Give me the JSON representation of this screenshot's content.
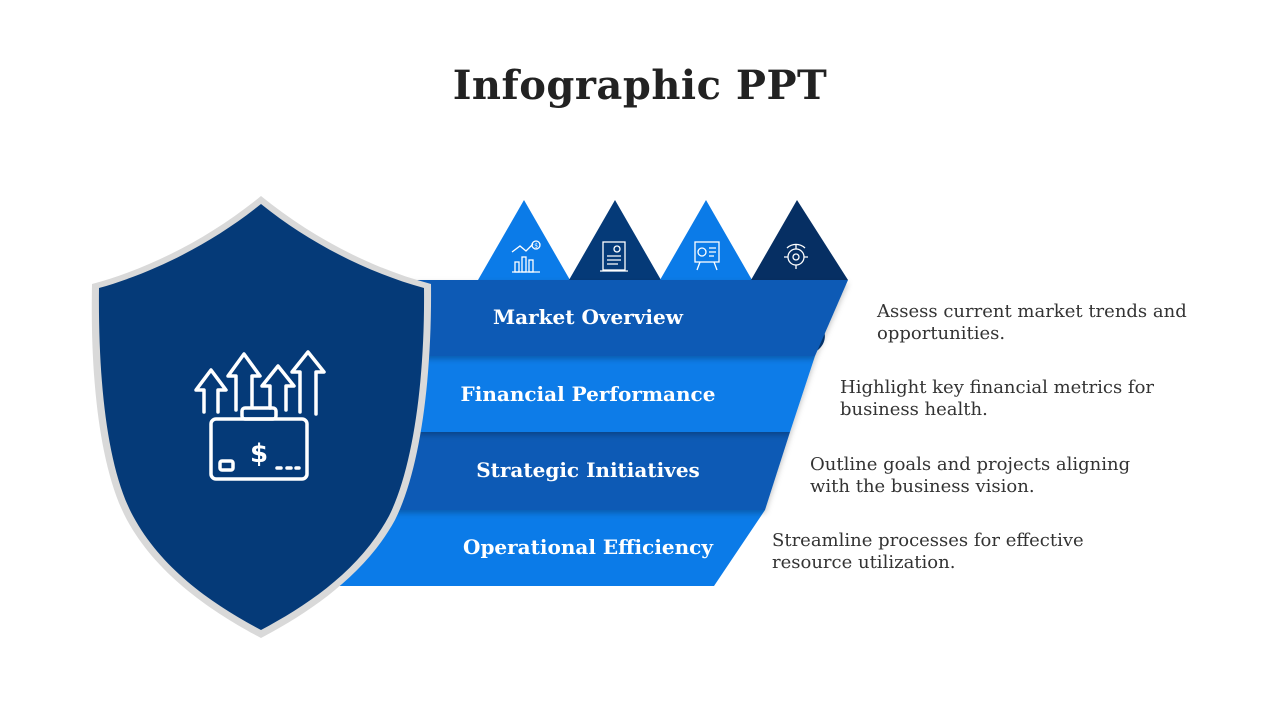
{
  "title": "Infographic PPT",
  "colors": {
    "dark_blue": "#053a78",
    "mid_blue": "#0a5ab5",
    "bright_blue": "#0b7be8",
    "navy": "#062f63",
    "shield_border": "#d9d9d9"
  },
  "shield": {
    "icon": "briefcase-growth-arrows-icon"
  },
  "top_icons": [
    {
      "icon": "growth-chart-dollar-icon"
    },
    {
      "icon": "report-document-icon"
    },
    {
      "icon": "analytics-screen-icon"
    },
    {
      "icon": "gear-cycle-icon"
    }
  ],
  "items": [
    {
      "label": "Market Overview",
      "description": "Assess current market trends and opportunities."
    },
    {
      "label": "Financial Performance",
      "description": "Highlight key financial metrics for business health."
    },
    {
      "label": "Strategic Initiatives",
      "description": "Outline goals and projects aligning with the business vision."
    },
    {
      "label": "Operational Efficiency",
      "description": "Streamline processes for effective resource utilization."
    }
  ]
}
